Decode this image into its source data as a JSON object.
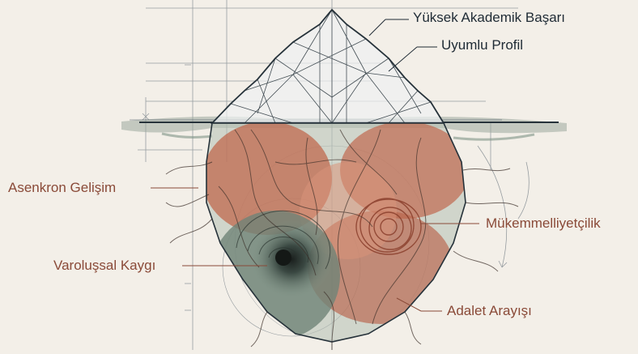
{
  "labels_above": [
    {
      "id": "yuksek",
      "text": "Yüksek Akademik Başarı"
    },
    {
      "id": "uyumlu",
      "text": "Uyumlu Profil"
    }
  ],
  "labels_below": [
    {
      "id": "asenkron",
      "text": "Asenkron Gelişim"
    },
    {
      "id": "mukemmel",
      "text": "Mükemmelliyetçilik"
    },
    {
      "id": "varolussal",
      "text": "Varoluşsal Kaygı"
    },
    {
      "id": "adalet",
      "text": "Adalet Arayışı"
    }
  ],
  "colors": {
    "background": "#f3efe8",
    "ink": "#1f2b35",
    "rust": "#b8624a",
    "rust_light": "#d9937a",
    "sage": "#7f9386",
    "sage_dark": "#3f4f47",
    "label_below": "#8a4a38"
  }
}
